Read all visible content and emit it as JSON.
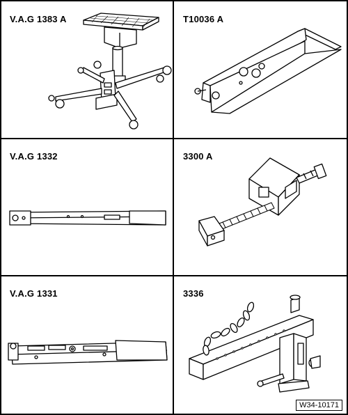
{
  "tools": [
    {
      "label": "V.A.G 1383 A",
      "icon": "transmission-jack-icon"
    },
    {
      "label": "T10036 A",
      "icon": "angle-bracket-support-icon"
    },
    {
      "label": "V.A.G 1332",
      "icon": "torque-wrench-icon"
    },
    {
      "label": "3300 A",
      "icon": "spindle-clamp-icon"
    },
    {
      "label": "V.A.G 1331",
      "icon": "torque-wrench-small-icon"
    },
    {
      "label": "3336",
      "icon": "support-bar-with-chain-icon"
    }
  ],
  "reference": "W34-10171"
}
